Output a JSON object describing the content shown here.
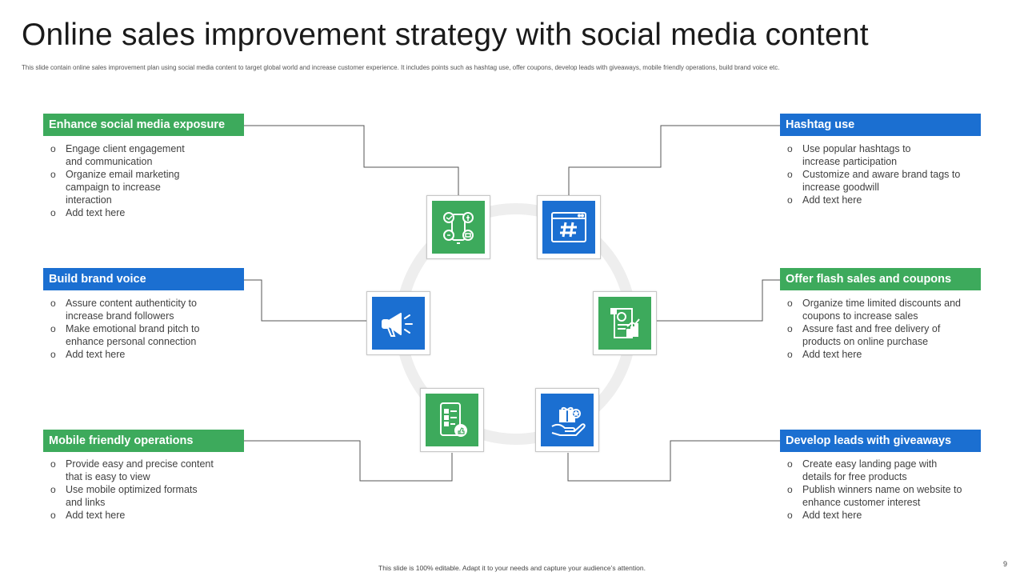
{
  "title": "Online sales improvement strategy with social media content",
  "subtitle": "This slide contain online sales improvement plan using social media content to target global world and increase customer experience. It includes points such as hashtag use, offer coupons, develop leads with giveaways, mobile friendly operations, build brand voice etc.",
  "footer": "This slide is 100% editable. Adapt it to your needs and capture your audience’s attention.",
  "page_number": "9",
  "colors": {
    "green": "#3daa5c",
    "blue": "#1b6fd1"
  },
  "left": [
    {
      "heading": "Enhance social media exposure",
      "color": "green",
      "bullets": [
        "Engage client engagement and communication",
        "Organize email marketing campaign to increase interaction",
        "Add text here"
      ]
    },
    {
      "heading": "Build brand voice",
      "color": "blue",
      "bullets": [
        "Assure content authenticity to increase brand followers",
        "Make emotional brand pitch to enhance personal connection",
        "Add text here"
      ]
    },
    {
      "heading": "Mobile friendly operations",
      "color": "green",
      "bullets": [
        "Provide easy and precise content that is easy to view",
        "Use mobile optimized formats and links",
        "Add text here"
      ]
    }
  ],
  "right": [
    {
      "heading": "Hashtag use",
      "color": "blue",
      "bullets": [
        "Use popular hashtags to increase participation",
        "Customize and aware brand tags to increase goodwill",
        "Add text here"
      ]
    },
    {
      "heading": "Offer flash sales and coupons",
      "color": "green",
      "bullets": [
        "Organize time limited discounts and coupons to increase sales",
        "Assure fast and free delivery of products on online purchase",
        "Add text here"
      ]
    },
    {
      "heading": "Develop leads with giveaways",
      "color": "blue",
      "bullets": [
        "Create easy landing page with details for free products",
        "Publish winners name on website to enhance customer interest",
        "Add text here"
      ]
    }
  ],
  "icons": [
    "social-media-phone-icon",
    "hashtag-browser-icon",
    "megaphone-icon",
    "invoice-chart-icon",
    "mobile-checklist-icon",
    "gift-hand-icon"
  ]
}
